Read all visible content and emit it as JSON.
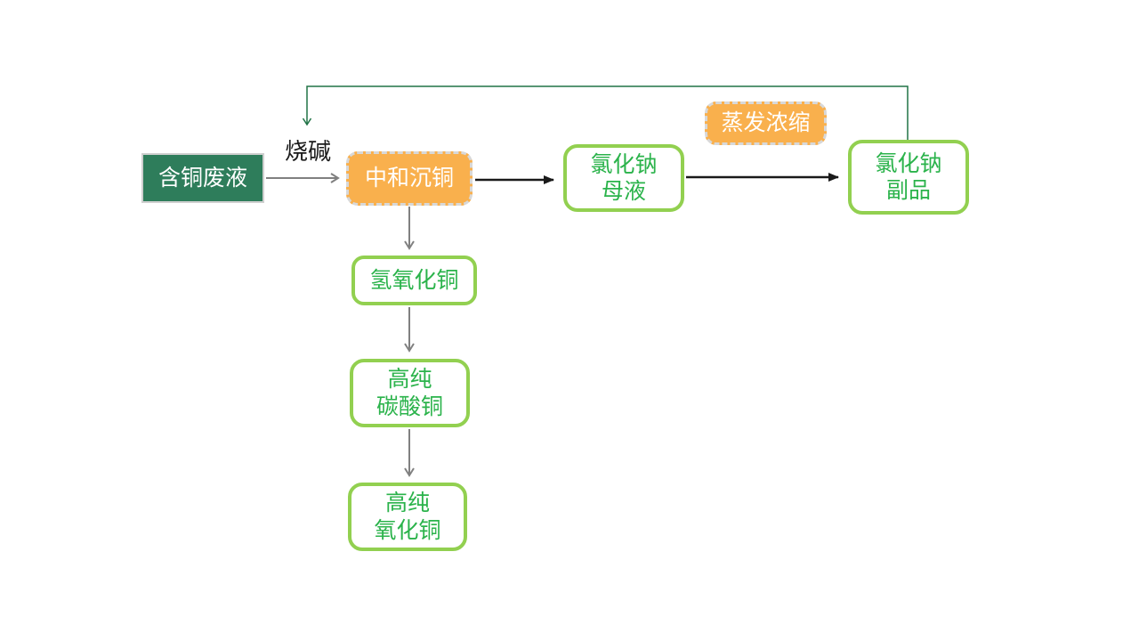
{
  "diagram": {
    "type": "flowchart",
    "nodes": {
      "copper_waste": {
        "label": "含铜废液"
      },
      "caustic_soda": {
        "label": "烧碱"
      },
      "neutralize": {
        "label": "中和沉铜"
      },
      "nacl_mother": {
        "line1": "氯化钠",
        "line2": "母液"
      },
      "evaporate": {
        "label": "蒸发浓缩"
      },
      "nacl_byproduct": {
        "line1": "氯化钠",
        "line2": "副品"
      },
      "copper_hydroxide": {
        "label": "氢氧化铜"
      },
      "copper_carbonate": {
        "line1": "高纯",
        "line2": "碳酸铜"
      },
      "copper_oxide": {
        "line1": "高纯",
        "line2": "氧化铜"
      }
    },
    "edges": [
      {
        "from": "copper_waste",
        "to": "neutralize",
        "label": "烧碱",
        "color": "gray"
      },
      {
        "from": "neutralize",
        "to": "nacl_mother",
        "color": "black"
      },
      {
        "from": "nacl_mother",
        "to": "nacl_byproduct",
        "via_label": "蒸发浓缩",
        "color": "black"
      },
      {
        "from": "neutralize",
        "to": "copper_hydroxide",
        "color": "gray"
      },
      {
        "from": "copper_hydroxide",
        "to": "copper_carbonate",
        "color": "gray"
      },
      {
        "from": "copper_carbonate",
        "to": "copper_oxide",
        "color": "gray"
      },
      {
        "from": "nacl_byproduct",
        "to": "caustic_soda",
        "color": "dark-green",
        "kind": "feedback-loop"
      }
    ]
  },
  "colors": {
    "dark_green_fill": "#2e7d5b",
    "orange_fill": "#f9b04d",
    "green_border": "#92d050",
    "green_text": "#2bb34b",
    "loop_green": "#217346",
    "gray_arrow": "#808080",
    "black_arrow": "#1a1a1a"
  }
}
